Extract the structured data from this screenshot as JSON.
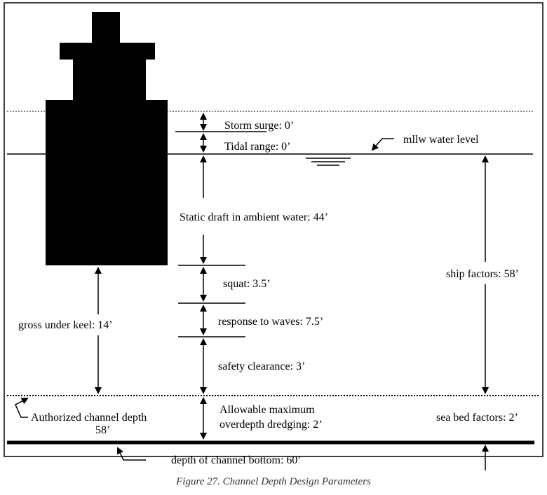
{
  "labels": {
    "storm_surge": "Storm surge: 0’",
    "tidal_range": "Tidal range: 0’",
    "mllw": "mllw water level",
    "static_draft": "Static draft in ambient water: 44’",
    "ship_factors": "ship factors: 58’",
    "squat": "squat: 3.5’",
    "response_to_waves": "response to waves: 7.5’",
    "gross_under_keel": "gross under keel: 14’",
    "safety_clearance": "safety clearance: 3’",
    "overdepth_line1": "Allowable maximum",
    "overdepth_line2": "overdepth dredging: 2’",
    "authorized_line1": "Authorized channel depth",
    "authorized_line2": "58’",
    "sea_bed_factors": "sea bed factors: 2’",
    "channel_bottom": "depth of channel bottom: 60’"
  },
  "caption": "Figure 27. Channel Depth Design Parameters"
}
